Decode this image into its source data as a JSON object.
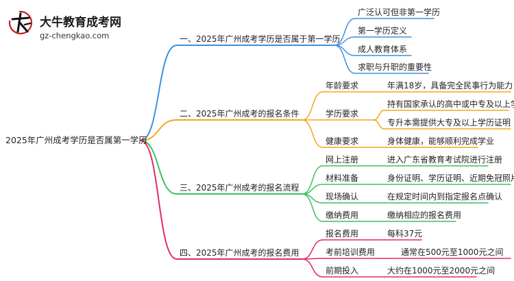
{
  "logo": {
    "brand": "大牛教育成考网",
    "site": "gz-chengkao.com"
  },
  "mindmap": {
    "root": "2025年广州成考学历是否属第一学历",
    "branches": [
      {
        "label": "一、2025年广州成考学历是否属于第一学历",
        "color": "#3b8fe0",
        "children": [
          {
            "label": "广泛认可但非第一学历"
          },
          {
            "label": "第一学历定义"
          },
          {
            "label": "成人教育体系"
          },
          {
            "label": "求职与升职的重要性"
          }
        ]
      },
      {
        "label": "二、2025年广州成考的报名条件",
        "color": "#f0a81c",
        "children": [
          {
            "label": "年龄要求",
            "children": [
              "年满18岁，具备完全民事行为能力"
            ]
          },
          {
            "label": "学历要求",
            "children": [
              "持有国家承认的高中或中专及以上学历",
              "专升本需提供大专及以上学历证明"
            ]
          },
          {
            "label": "健康要求",
            "children": [
              "身体健康，能够顺利完成学业"
            ]
          }
        ]
      },
      {
        "label": "三、2025年广州成考的报名流程",
        "color": "#3cbf5e",
        "children": [
          {
            "label": "网上注册",
            "children": [
              "进入广东省教育考试院进行注册"
            ]
          },
          {
            "label": "材料准备",
            "children": [
              "身份证明、学历证明、近期免冠照片"
            ]
          },
          {
            "label": "现场确认",
            "children": [
              "在规定时间内到指定报名点确认"
            ]
          },
          {
            "label": "缴纳费用",
            "children": [
              "缴纳相应的报名费用"
            ]
          }
        ]
      },
      {
        "label": "四、2025年广州成考的报名费用",
        "color": "#e0286e",
        "children": [
          {
            "label": "报名费用",
            "children": [
              "每科37元"
            ]
          },
          {
            "label": "考前培训费用",
            "children": [
              "通常在500元至1000元之间"
            ]
          },
          {
            "label": "前期投入",
            "children": [
              "大约在1000元至2000元之间"
            ]
          }
        ]
      }
    ]
  }
}
